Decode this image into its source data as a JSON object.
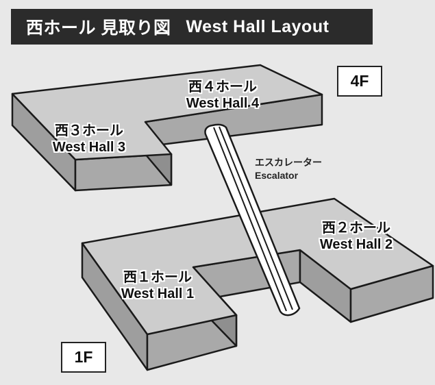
{
  "title": {
    "ja": "西ホール 見取り図",
    "en": "West Hall Layout"
  },
  "floors": {
    "upper": "4F",
    "lower": "1F"
  },
  "halls": {
    "west4": {
      "ja": "西４ホール",
      "en": "West Hall 4"
    },
    "west3": {
      "ja": "西３ホール",
      "en": "West Hall 3"
    },
    "west2": {
      "ja": "西２ホール",
      "en": "West Hall 2"
    },
    "west1": {
      "ja": "西１ホール",
      "en": "West Hall 1"
    }
  },
  "escalator": {
    "ja": "エスカレーター",
    "en": "Escalator"
  },
  "colors": {
    "background": "#e8e8e8",
    "title_bar": "#2b2b2b",
    "block_top": "#c9c9c9",
    "block_side": "#9a9a9a",
    "outline": "#1a1a1a"
  }
}
